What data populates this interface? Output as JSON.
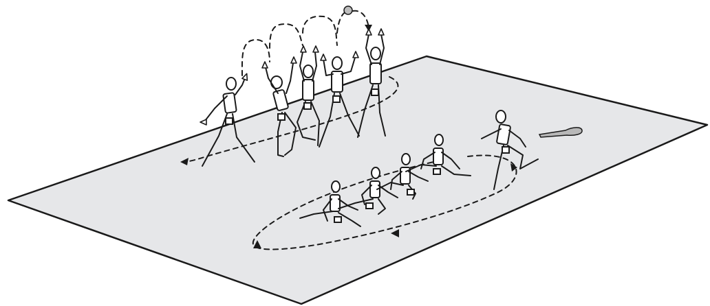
{
  "diagram": {
    "elements": {
      "court": "playing-area",
      "ball": "ball",
      "bat": "bat"
    },
    "colors": {
      "court_fill": "#e6e7e9",
      "outline": "#1a1a1a",
      "ball_fill": "#bdbdbd",
      "bat_fill": "#b8b8b8",
      "torso_fill": "#ffffff"
    }
  }
}
